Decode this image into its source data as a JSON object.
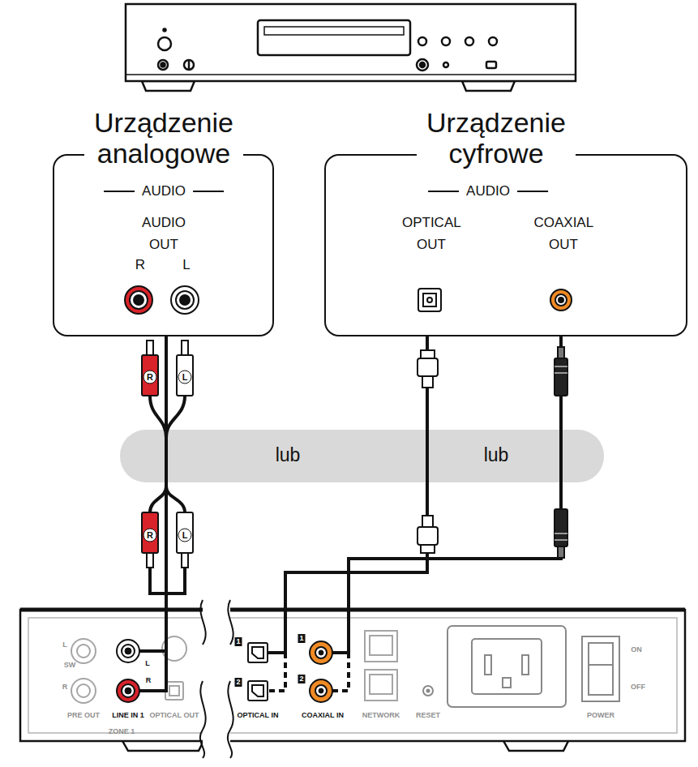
{
  "diagram": {
    "nodes": [
      {
        "text": [
          "Urządzenie analogowe",
          "AUDIO",
          "AUDIO OUT",
          "R",
          "L"
        ]
      },
      {
        "text": [
          "Urządzenie cyfrowe",
          "AUDIO",
          "OPTICAL OUT",
          "COAXIAL OUT"
        ]
      },
      {
        "text": [
          "lub",
          "lub"
        ]
      },
      {
        "text": [
          "L",
          "SW",
          "R",
          "PRE OUT",
          "L",
          "R",
          "LINE IN 1",
          "OPTICAL OUT",
          "1",
          "2",
          "OPTICAL IN",
          "1",
          "2",
          "COAXIAL IN",
          "NETWORK",
          "RESET",
          "ON",
          "OFF",
          "POWER",
          "ZONE 1"
        ]
      }
    ],
    "edges": [
      {
        "from": 0,
        "to": 3,
        "arrow": "none"
      },
      {
        "from": 1,
        "to": 3,
        "arrow": "none"
      },
      {
        "from": 1,
        "to": 3,
        "arrow": "none"
      }
    ],
    "labels": [
      "R",
      "L",
      "R",
      "L"
    ]
  }
}
